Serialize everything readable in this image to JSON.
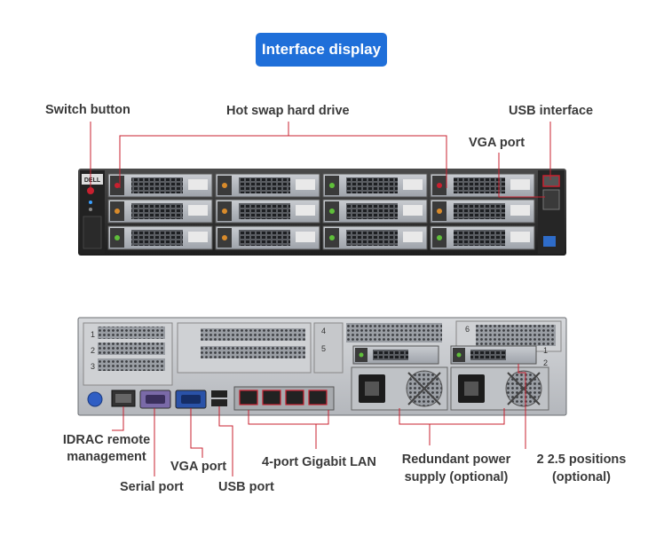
{
  "title": "Interface display",
  "front": {
    "labels": {
      "switch_button": "Switch button",
      "hot_swap": "Hot swap hard drive",
      "usb_interface": "USB interface",
      "vga_port": "VGA port"
    },
    "brand": "DELL",
    "drive_bays": 12
  },
  "rear": {
    "labels": {
      "idrac_line1": "IDRAC remote",
      "idrac_line2": "management",
      "vga_port": "VGA port",
      "serial_port": "Serial port",
      "usb_port": "USB port",
      "lan": "4-port Gigabit LAN",
      "psu_line1": "Redundant power",
      "psu_line2": "supply (optional)",
      "positions_line1": "2 2.5 positions",
      "positions_line2": "(optional)"
    },
    "slot_numbers": [
      "1",
      "2",
      "3",
      "4",
      "5",
      "6",
      "1",
      "2"
    ]
  },
  "colors": {
    "badge": "#1f6fd9",
    "leader": "#c8202f",
    "chassis": "#2b2b2b"
  }
}
